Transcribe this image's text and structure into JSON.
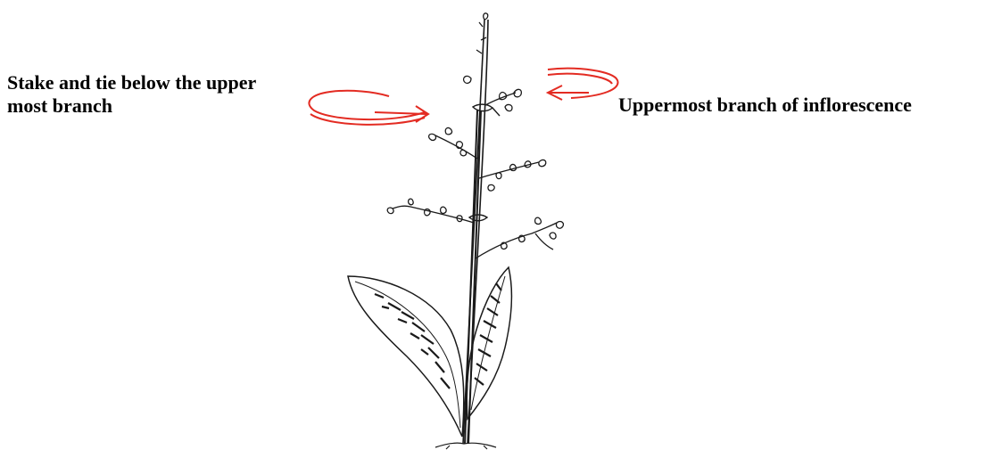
{
  "annotations": {
    "left_label_line1": "Stake and tie below the upper",
    "left_label_line2": "most branch",
    "right_label": "Uppermost branch of inflorescence"
  },
  "colors": {
    "arrow": "#e32b22",
    "ink": "#1a1a1a"
  }
}
